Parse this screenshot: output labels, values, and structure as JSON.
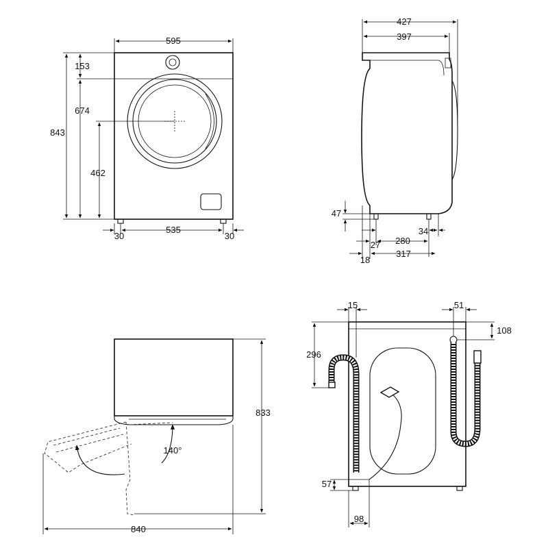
{
  "front_view": {
    "width_overall": "595",
    "top_panel": "153",
    "door_top": "674",
    "height_overall": "843",
    "door_center": "462",
    "foot_left": "30",
    "foot_span": "535",
    "foot_right": "30"
  },
  "side_view": {
    "depth_overall": "427",
    "depth_body": "397",
    "foot_height": "47",
    "rear_offset": "27",
    "foot_spacing": "280",
    "front_offset": "34",
    "rear_overhang": "18",
    "total_foot_span": "317"
  },
  "top_view": {
    "door_open_depth": "840",
    "door_angle": "140°",
    "height_overall": "833"
  },
  "rear_view": {
    "left_offset": "15",
    "right_offset": "51",
    "inlet_height": "108",
    "drain_hose_height": "296",
    "drain_outlet_height": "57",
    "drain_outlet_offset": "98"
  }
}
